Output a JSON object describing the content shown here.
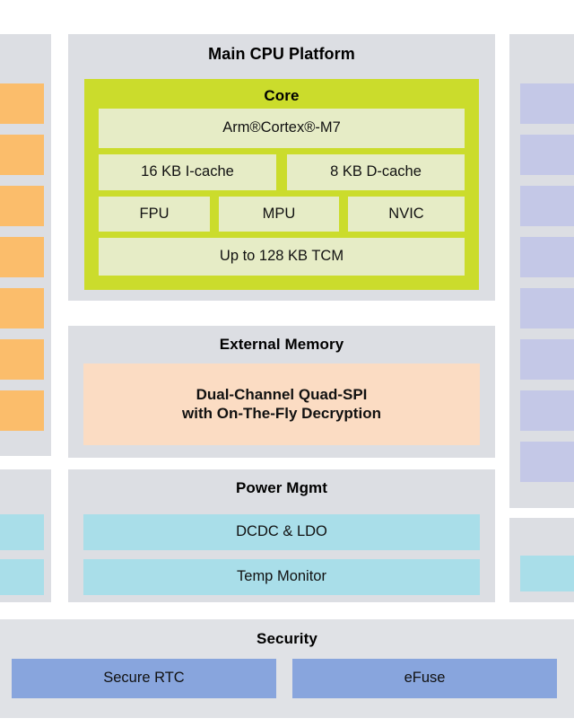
{
  "diagram": {
    "background_color": "#ffffff",
    "panel_color": "#dcdee3",
    "colors": {
      "core_green": "#cbdc2c",
      "core_inner": "#e6ecc6",
      "external_memory": "#fbdcc3",
      "power_cyan": "#a9dee9",
      "security_blue": "#88a5dd",
      "left_peripheral_orange": "#fbbd6b",
      "right_peripheral_lavender": "#c4c8e7",
      "panel_gray": "#dcdee3",
      "security_panel_gray": "#e0e2e6",
      "text": "#111111"
    }
  },
  "main_cpu_platform": {
    "title": "Main CPU Platform",
    "core": {
      "title": "Core",
      "blocks": [
        {
          "label": "Arm®Cortex®-M7"
        },
        {
          "label": "16 KB I-cache"
        },
        {
          "label": "8 KB D-cache"
        },
        {
          "label": "FPU"
        },
        {
          "label": "MPU"
        },
        {
          "label": "NVIC"
        },
        {
          "label": "Up to 128 KB TCM"
        }
      ]
    }
  },
  "external_memory": {
    "title": "External Memory",
    "blocks": [
      {
        "label": "Dual-Channel Quad-SPI\nwith On-The-Fly Decryption"
      }
    ]
  },
  "power_mgmt": {
    "title": "Power Mgmt",
    "blocks": [
      {
        "label": "DCDC & LDO"
      },
      {
        "label": "Temp Monitor"
      }
    ]
  },
  "security": {
    "title": "Security",
    "blocks": [
      {
        "label": "Secure RTC"
      },
      {
        "label": "eFuse"
      }
    ]
  },
  "left_peripherals": {
    "block_count": 7,
    "color": "#fbbd6b"
  },
  "left_analog": {
    "block_count": 2,
    "color": "#a9dee9"
  },
  "right_peripherals": {
    "block_count": 8,
    "color": "#c4c8e7"
  },
  "right_analog": {
    "block_count": 1,
    "color": "#a9dee9"
  }
}
